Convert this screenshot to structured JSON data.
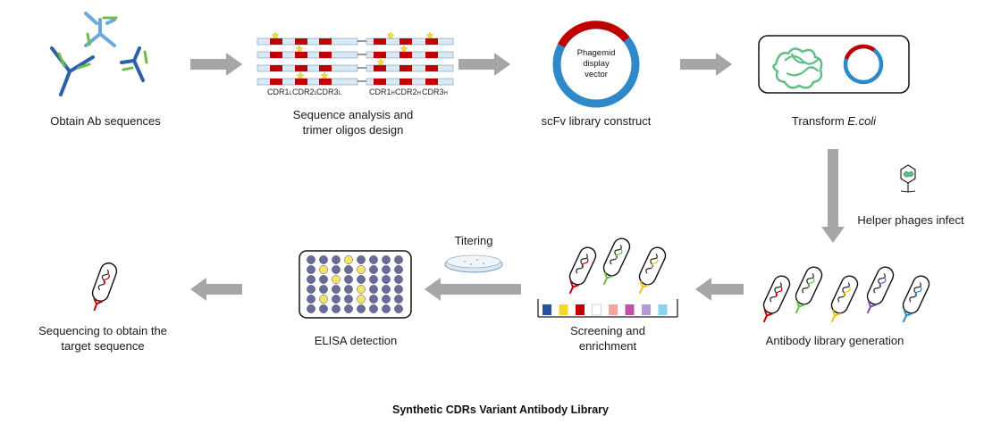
{
  "title": "Synthetic CDRs Variant Antibody Library",
  "steps": {
    "obtain": "Obtain Ab sequences",
    "analysis_line1": "Sequence analysis and",
    "analysis_line2": "trimer oligos design",
    "scfv": "scFv library construct",
    "transform_prefix": "Transform ",
    "transform_italic": "E.coli",
    "helper": "Helper phages infect",
    "library": "Antibody library generation",
    "screening_line1": "Screening and",
    "screening_line2": "enrichment",
    "titering": "Titering",
    "elisa": "ELISA detection",
    "sequencing_line1": "Sequencing to obtain the",
    "sequencing_line2": "target sequence"
  },
  "cdr_labels": {
    "light": [
      "CDR1L",
      "CDR2L",
      "CDR3L"
    ],
    "heavy": [
      "CDR1H",
      "CDR2H",
      "CDR3H"
    ]
  },
  "vector": {
    "line1": "Phagemid",
    "line2": "display",
    "line3": "vector"
  },
  "colors": {
    "arrow": "#a6a6a6",
    "ab_blue": "#2f5fa8",
    "ab_light": "#6aa8dd",
    "ab_green": "#6abf4b",
    "cdr_red": "#c00000",
    "bar_light": "#d9e9f5",
    "vector_blue": "#2f88c8",
    "ecoli_green": "#5fbf86",
    "well_purple": "#6b6b9a",
    "well_yellow": "#f3e46a"
  }
}
